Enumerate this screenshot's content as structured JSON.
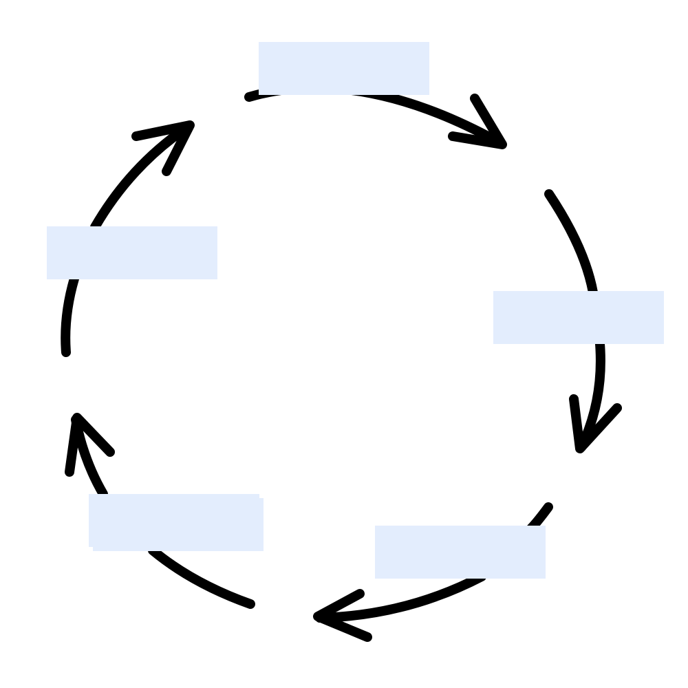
{
  "colors": {
    "box_fill": "#e3edfd",
    "arrow_stroke": "#000000",
    "background": "#ffffff"
  },
  "nodes": [
    {
      "id": "top",
      "label": ""
    },
    {
      "id": "right",
      "label": ""
    },
    {
      "id": "bottom",
      "label": ""
    },
    {
      "id": "bottom-left",
      "label": ""
    },
    {
      "id": "left",
      "label": ""
    }
  ],
  "flow": "clockwise"
}
